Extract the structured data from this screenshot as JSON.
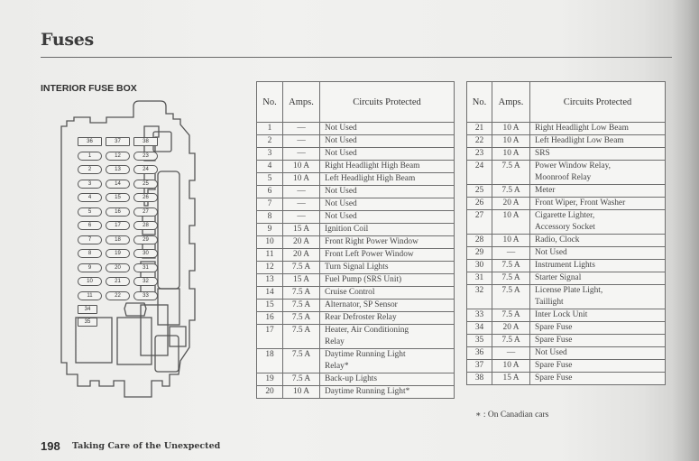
{
  "page": {
    "title": "Fuses",
    "section_heading": "INTERIOR FUSE BOX",
    "footnote": "∗ : On Canadian cars",
    "footer": {
      "page_number": "198",
      "chapter": "Taking Care of the Unexpected"
    }
  },
  "diagram": {
    "fuse_grid": [
      [
        "36",
        "37",
        "38"
      ],
      [
        "1",
        "12",
        "23"
      ],
      [
        "2",
        "13",
        "24"
      ],
      [
        "3",
        "14",
        "25"
      ],
      [
        "4",
        "15",
        "26"
      ],
      [
        "5",
        "16",
        "27"
      ],
      [
        "6",
        "17",
        "28"
      ],
      [
        "7",
        "18",
        "29"
      ],
      [
        "8",
        "19",
        "30"
      ],
      [
        "9",
        "20",
        "31"
      ],
      [
        "10",
        "21",
        "32"
      ],
      [
        "11",
        "22",
        "33"
      ]
    ],
    "extra_fuses": [
      "34",
      "35"
    ]
  },
  "table_headers": {
    "no": "No.",
    "amps": "Amps.",
    "circuits": "Circuits Protected"
  },
  "tables": {
    "left": [
      {
        "no": "1",
        "amps": "—",
        "circuit": "Not Used"
      },
      {
        "no": "2",
        "amps": "—",
        "circuit": "Not Used"
      },
      {
        "no": "3",
        "amps": "—",
        "circuit": "Not Used"
      },
      {
        "no": "4",
        "amps": "10 A",
        "circuit": "Right Headlight High Beam"
      },
      {
        "no": "5",
        "amps": "10 A",
        "circuit": "Left Headlight High Beam"
      },
      {
        "no": "6",
        "amps": "—",
        "circuit": "Not Used"
      },
      {
        "no": "7",
        "amps": "—",
        "circuit": "Not Used"
      },
      {
        "no": "8",
        "amps": "—",
        "circuit": "Not Used"
      },
      {
        "no": "9",
        "amps": "15 A",
        "circuit": "Ignition Coil"
      },
      {
        "no": "10",
        "amps": "20 A",
        "circuit": "Front Right Power Window"
      },
      {
        "no": "11",
        "amps": "20 A",
        "circuit": "Front Left Power Window"
      },
      {
        "no": "12",
        "amps": "7.5 A",
        "circuit": "Turn Signal Lights"
      },
      {
        "no": "13",
        "amps": "15 A",
        "circuit": "Fuel Pump (SRS Unit)"
      },
      {
        "no": "14",
        "amps": "7.5 A",
        "circuit": "Cruise Control"
      },
      {
        "no": "15",
        "amps": "7.5 A",
        "circuit": "Alternator, SP Sensor"
      },
      {
        "no": "16",
        "amps": "7.5 A",
        "circuit": "Rear Defroster Relay"
      },
      {
        "no": "17",
        "amps": "7.5 A",
        "circuit": "Heater, Air Conditioning",
        "circuit2": "Relay"
      },
      {
        "no": "18",
        "amps": "7.5 A",
        "circuit": "Daytime Running Light",
        "circuit2": "Relay*"
      },
      {
        "no": "19",
        "amps": "7.5 A",
        "circuit": "Back-up Lights"
      },
      {
        "no": "20",
        "amps": "10 A",
        "circuit": "Daytime Running Light*"
      }
    ],
    "right": [
      {
        "no": "21",
        "amps": "10 A",
        "circuit": "Right Headlight Low Beam"
      },
      {
        "no": "22",
        "amps": "10 A",
        "circuit": "Left Headlight Low Beam"
      },
      {
        "no": "23",
        "amps": "10 A",
        "circuit": "SRS"
      },
      {
        "no": "24",
        "amps": "7.5 A",
        "circuit": "Power Window Relay,",
        "circuit2": "Moonroof Relay"
      },
      {
        "no": "25",
        "amps": "7.5 A",
        "circuit": "Meter"
      },
      {
        "no": "26",
        "amps": "20 A",
        "circuit": "Front Wiper, Front Washer"
      },
      {
        "no": "27",
        "amps": "10 A",
        "circuit": "Cigarette Lighter,",
        "circuit2": "Accessory Socket"
      },
      {
        "no": "28",
        "amps": "10 A",
        "circuit": "Radio, Clock"
      },
      {
        "no": "29",
        "amps": "—",
        "circuit": "Not Used"
      },
      {
        "no": "30",
        "amps": "7.5 A",
        "circuit": "Instrument Lights"
      },
      {
        "no": "31",
        "amps": "7.5 A",
        "circuit": "Starter Signal"
      },
      {
        "no": "32",
        "amps": "7.5 A",
        "circuit": "License Plate Light,",
        "circuit2": "Taillight"
      },
      {
        "no": "33",
        "amps": "7.5 A",
        "circuit": "Inter Lock Unit"
      },
      {
        "no": "34",
        "amps": "20 A",
        "circuit": "Spare Fuse"
      },
      {
        "no": "35",
        "amps": "7.5 A",
        "circuit": "Spare Fuse"
      },
      {
        "no": "36",
        "amps": "—",
        "circuit": "Not Used"
      },
      {
        "no": "37",
        "amps": "10 A",
        "circuit": "Spare Fuse"
      },
      {
        "no": "38",
        "amps": "15 A",
        "circuit": "Spare Fuse"
      }
    ]
  }
}
